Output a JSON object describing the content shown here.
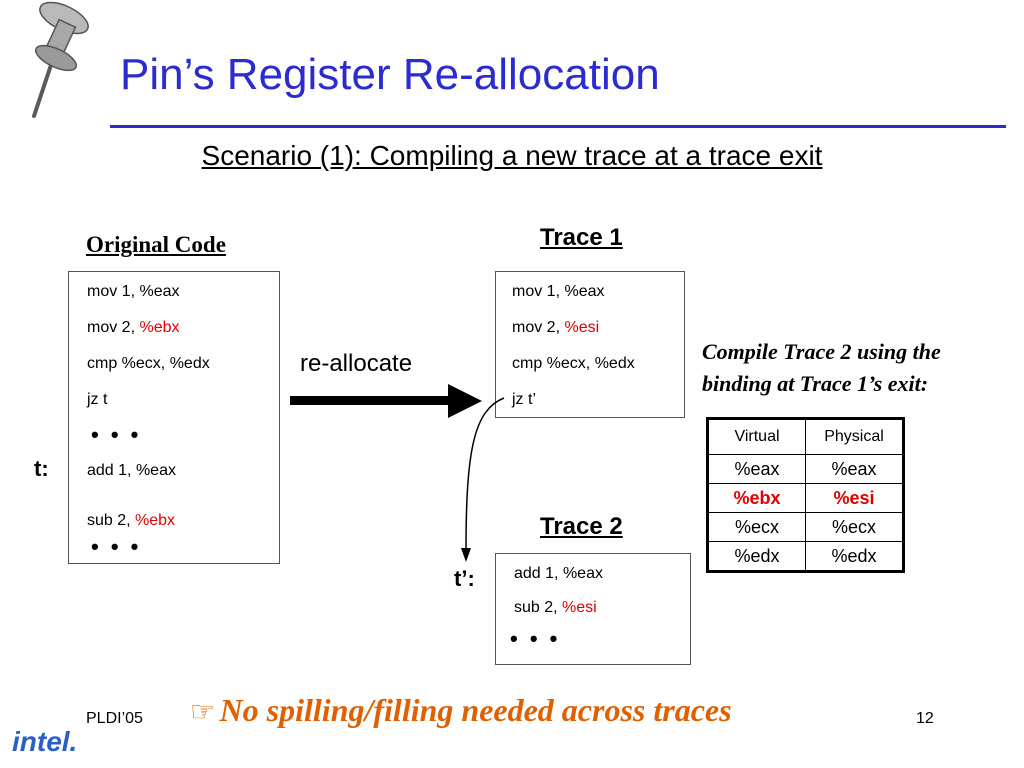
{
  "slide": {
    "title": "Pin’s Register Re-allocation",
    "subtitle": "Scenario (1): Compiling a new trace at a trace exit"
  },
  "original": {
    "heading": "Original Code",
    "lines": [
      {
        "pre": "mov 1, ",
        "reg": "%eax",
        "highlight": false
      },
      {
        "pre": "mov 2, ",
        "reg": "%ebx",
        "highlight": true
      },
      {
        "pre": "cmp %ecx, %edx",
        "reg": "",
        "highlight": false
      },
      {
        "pre": "jz t",
        "reg": "",
        "highlight": false
      }
    ],
    "dots1": "• • •",
    "label_t": "t:",
    "line_add": {
      "pre": "add 1, ",
      "reg": "%eax"
    },
    "line_sub": {
      "pre": "sub 2, ",
      "reg": "%ebx"
    },
    "dots2": "• • •"
  },
  "arrow_label": "re-allocate",
  "trace1": {
    "heading": "Trace 1",
    "lines": [
      {
        "pre": "mov 1, ",
        "reg": "%eax"
      },
      {
        "pre": "mov 2, ",
        "reg": "%esi"
      },
      {
        "pre": "cmp %ecx, %edx",
        "reg": ""
      },
      {
        "pre": "jz t’",
        "reg": ""
      }
    ]
  },
  "trace2": {
    "heading": "Trace 2",
    "label": "t’:",
    "line_add": {
      "pre": "add 1, ",
      "reg": "%eax"
    },
    "line_sub": {
      "pre": "sub 2, ",
      "reg": "%esi"
    },
    "dots": "• • •"
  },
  "note": {
    "line1": "Compile Trace 2 using the",
    "line2": "binding at Trace 1’s exit:"
  },
  "binding_table": {
    "headers": [
      "Virtual",
      "Physical"
    ],
    "rows": [
      {
        "virtual": "%eax",
        "physical": "%eax",
        "highlight": false
      },
      {
        "virtual": "%ebx",
        "physical": "%esi",
        "highlight": true
      },
      {
        "virtual": "%ecx",
        "physical": "%ecx",
        "highlight": false
      },
      {
        "virtual": "%edx",
        "physical": "%edx",
        "highlight": false
      }
    ]
  },
  "footer": {
    "conference": "PLDI’05",
    "hand_icon": "☞",
    "tagline": "No spilling/filling needed across traces",
    "page_number": "12",
    "logo_text": "intel."
  },
  "colors": {
    "title": "#2b2bd0",
    "highlight_register": "#e00000",
    "tagline": "#e06000",
    "logo": "#2a5ec8"
  }
}
